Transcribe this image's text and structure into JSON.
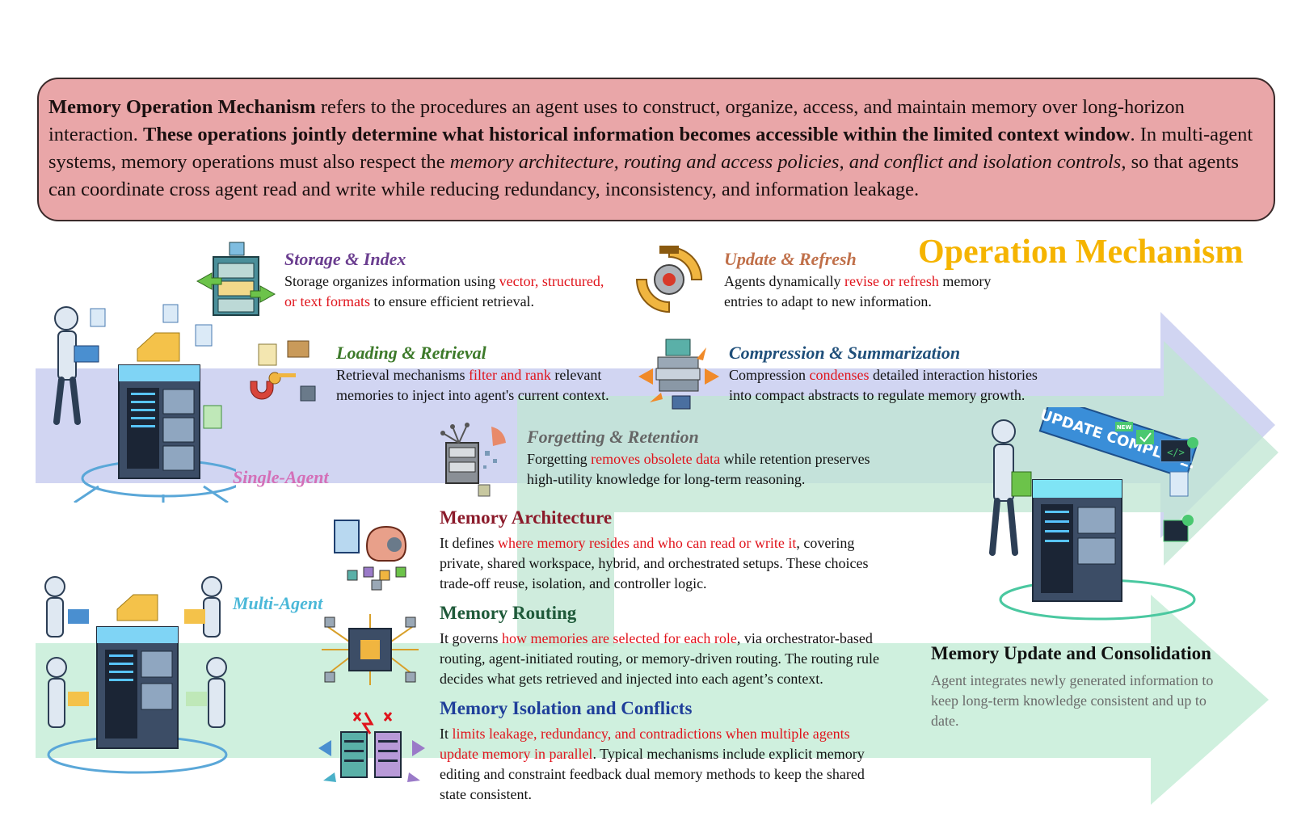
{
  "definition": {
    "term": "Memory Operation Mechanism",
    "part1": " refers to the procedures an agent uses to construct, organize, access, and maintain memory over long-horizon interaction. ",
    "bold_sentence": "These operations jointly determine what historical information becomes accessible within the limited context window",
    "part2": ". In multi-agent systems, memory operations must also respect the ",
    "italic_phrase": "memory architecture, routing and access policies, and conflict and isolation controls",
    "part3": ", so that agents can coordinate cross agent read and write while reducing redundancy, inconsistency, and information leakage."
  },
  "page_title": "Operation Mechanism",
  "labels": {
    "single": "Single-Agent",
    "multi": "Multi-Agent"
  },
  "mechanisms": {
    "storage": {
      "title": "Storage & Index",
      "pre": "Storage organizes information using ",
      "hl": "vector, structured, or text formats",
      "post": " to ensure efficient retrieval."
    },
    "update": {
      "title": "Update & Refresh",
      "pre": "Agents dynamically ",
      "hl": "revise or refresh",
      "post": " memory entries to adapt to new information."
    },
    "loading": {
      "title": "Loading & Retrieval",
      "pre": "Retrieval mechanisms ",
      "hl": "filter and rank",
      "post": " relevant memories to inject into agent's current context."
    },
    "compression": {
      "title": "Compression & Summarization",
      "pre": "Compression ",
      "hl": "condenses",
      "post": " detailed interaction histories into compact abstracts to regulate memory growth."
    },
    "forgetting": {
      "title": "Forgetting & Retention",
      "pre": "Forgetting ",
      "hl": "removes obsolete data",
      "post": " while retention preserves high-utility knowledge for long-term reasoning."
    }
  },
  "multi_agent": {
    "architecture": {
      "title": "Memory Architecture",
      "pre": "It defines ",
      "hl": "where memory resides and who can read or write it",
      "post": ", covering private, shared workspace, hybrid, and orchestrated setups. These choices trade-off reuse, isolation, and controller logic."
    },
    "routing": {
      "title": "Memory Routing",
      "pre": "It governs ",
      "hl": "how memories are selected for each role",
      "post": ", via orchestrator-based routing, agent-initiated routing, or memory-driven routing. The routing rule decides what gets retrieved and injected into each agent’s context."
    },
    "isolation": {
      "title": "Memory Isolation and Conflicts",
      "pre": "It ",
      "hl": "limits leakage, redundancy, and contradictions when multiple agents update memory in parallel",
      "post": ". Typical mechanisms include explicit memory editing and constraint feedback dual memory methods to keep the shared state consistent."
    }
  },
  "consolidation": {
    "title": "Memory Update and Consolidation",
    "desc": "Agent integrates newly generated information to keep long-term knowledge consistent and up to date.",
    "screen_text": "UPDATE COMPLETE.",
    "badge": "NEW"
  },
  "colors": {
    "storage": "#6a3d8f",
    "update": "#c0704a",
    "loading": "#3d7a2a",
    "compression": "#1f4f7a",
    "forgetting": "#666666",
    "architecture": "#8b1a2a",
    "routing": "#1f5a3a",
    "isolation": "#1f3f9a",
    "single_label": "#d46fb8",
    "multi_label": "#4ab8d8",
    "title_gold": "#f5b400",
    "highlight": "#e0141c"
  }
}
